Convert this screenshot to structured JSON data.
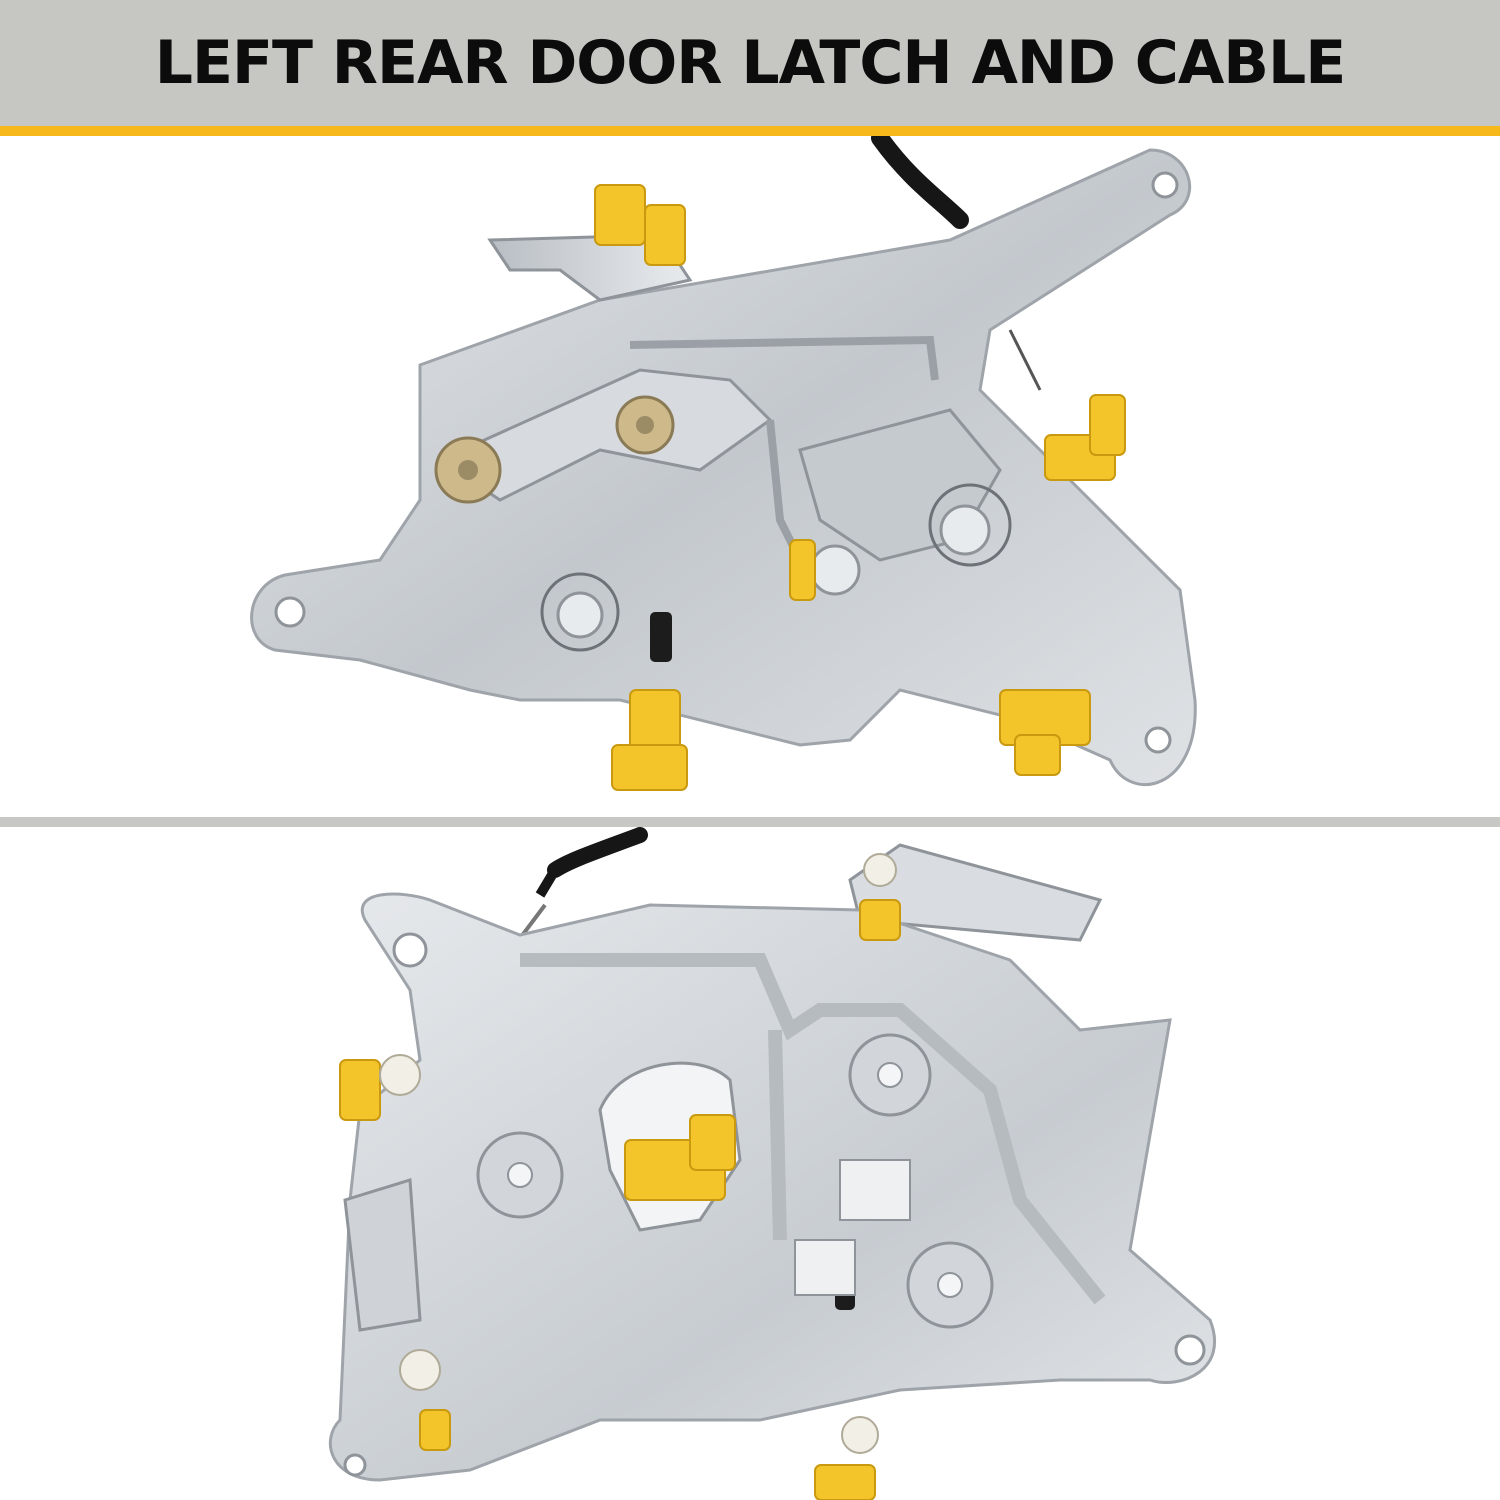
{
  "banner": {
    "title": "LEFT REAR DOOR LATCH AND CABLE",
    "background_color": "#c6c6c2",
    "accent_color": "#f6b81a"
  },
  "photos": {
    "top_view": "door-latch-front-view",
    "bottom_view": "door-latch-back-view",
    "part_colors": {
      "metal": "#c8ccd0",
      "clip": "#f4c52a",
      "cable": "#1a1a1a"
    }
  }
}
